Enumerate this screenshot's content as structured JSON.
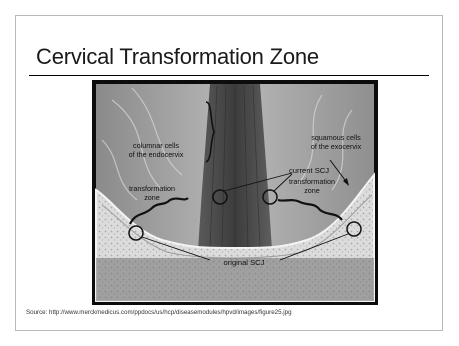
{
  "slide": {
    "title": "Cervical Transformation Zone",
    "source": "Source: http://www.merckmedicus.com/ppdocs/us/hcp/diseasemodules/hpvd/images/figure25.jpg"
  },
  "figure": {
    "labels": {
      "columnar_line1": "columnar cells",
      "columnar_line2": "of the endocervix",
      "squamous_line1": "squamous cells",
      "squamous_line2": "of the exocervix",
      "current_scj": "current SCJ",
      "tz_left_line1": "transformation",
      "tz_left_line2": "zone",
      "tz_right_line1": "transformation",
      "tz_right_line2": "zone",
      "original_scj": "original SCJ"
    }
  }
}
